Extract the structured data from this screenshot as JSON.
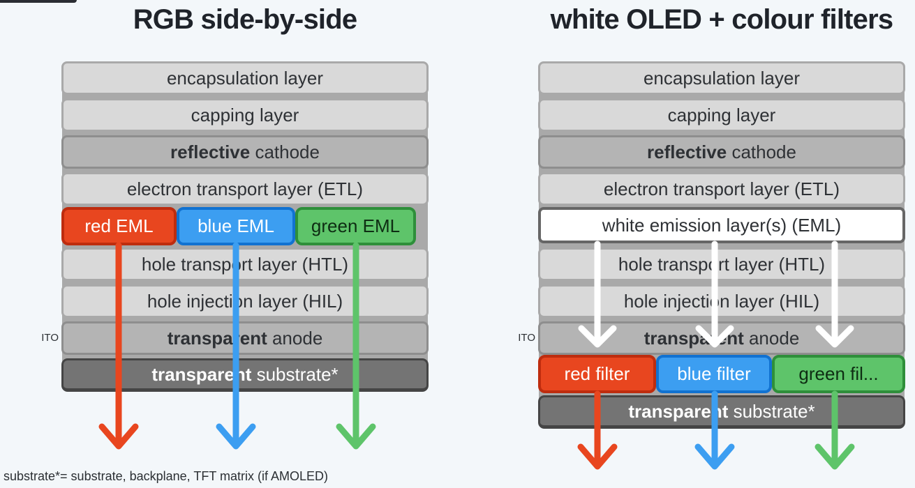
{
  "page": {
    "caption": "substrate*= substrate, backplane, TFT matrix (if AMOLED)"
  },
  "colors": {
    "background": "#f3f7fa",
    "red": "#e8461f",
    "red_border": "#be2c0e",
    "blue": "#3c9ef1",
    "blue_border": "#1172d1",
    "green": "#5ec46a",
    "green_border": "#2e8f3a",
    "white": "#ffffff",
    "light_layer_fill": "#d9d9d9",
    "light_layer_border": "#a9a9a9",
    "metal_layer_fill": "#b4b4b4",
    "metal_layer_border": "#8e8e8e",
    "substrate_fill": "#747474",
    "substrate_border": "#454545",
    "white_eml_border": "#666666"
  },
  "left_diagram": {
    "title": "RGB side-by-side",
    "ito_label": "ITO",
    "layers": {
      "encapsulation": "encapsulation layer",
      "capping": "capping layer",
      "cathode_bold": "reflective",
      "cathode_rest": " cathode",
      "etl": "electron transport layer (ETL)",
      "eml_red": "red EML",
      "eml_blue": "blue EML",
      "eml_green": "green EML",
      "htl": "hole transport layer (HTL)",
      "hil": "hole injection layer (HIL)",
      "anode_bold": "transparent",
      "anode_rest": " anode",
      "substrate_bold": "transparent",
      "substrate_rest": " substrate*"
    }
  },
  "right_diagram": {
    "title": "white OLED + colour filters",
    "ito_label": "ITO",
    "layers": {
      "encapsulation": "encapsulation layer",
      "capping": "capping layer",
      "cathode_bold": "reflective",
      "cathode_rest": " cathode",
      "etl": "electron transport layer (ETL)",
      "white_eml": "white emission layer(s) (EML)",
      "htl": "hole transport layer (HTL)",
      "hil": "hole injection layer (HIL)",
      "anode_bold": "transparent",
      "anode_rest": " anode",
      "filter_red": "red filter",
      "filter_blue": "blue filter",
      "filter_green": "green fil...",
      "substrate_bold": "transparent",
      "substrate_rest": " substrate*"
    }
  }
}
